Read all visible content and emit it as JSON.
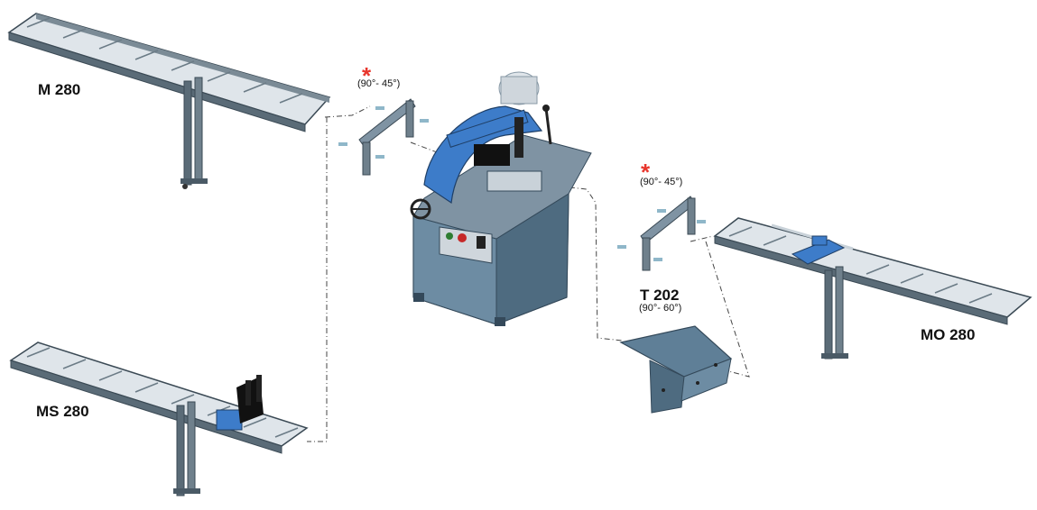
{
  "labels": {
    "m280": "M 280",
    "ms280": "MS 280",
    "mo280": "MO 280",
    "t202": "T 202",
    "t202_angle": "(90°- 60°)",
    "bracket_left_star": "*",
    "bracket_left_angle": "(90°- 45°)",
    "bracket_right_star": "*",
    "bracket_right_angle": "(90°- 45°)"
  },
  "colors": {
    "machine_blue": "#3d7cc9",
    "cabinet": "#5f7f97",
    "cabinet_dark": "#4e6b80",
    "frame": "#4a5a66",
    "roller": "#e9eef3",
    "accent_star": "#e8362d",
    "leader_line": "#444444"
  }
}
